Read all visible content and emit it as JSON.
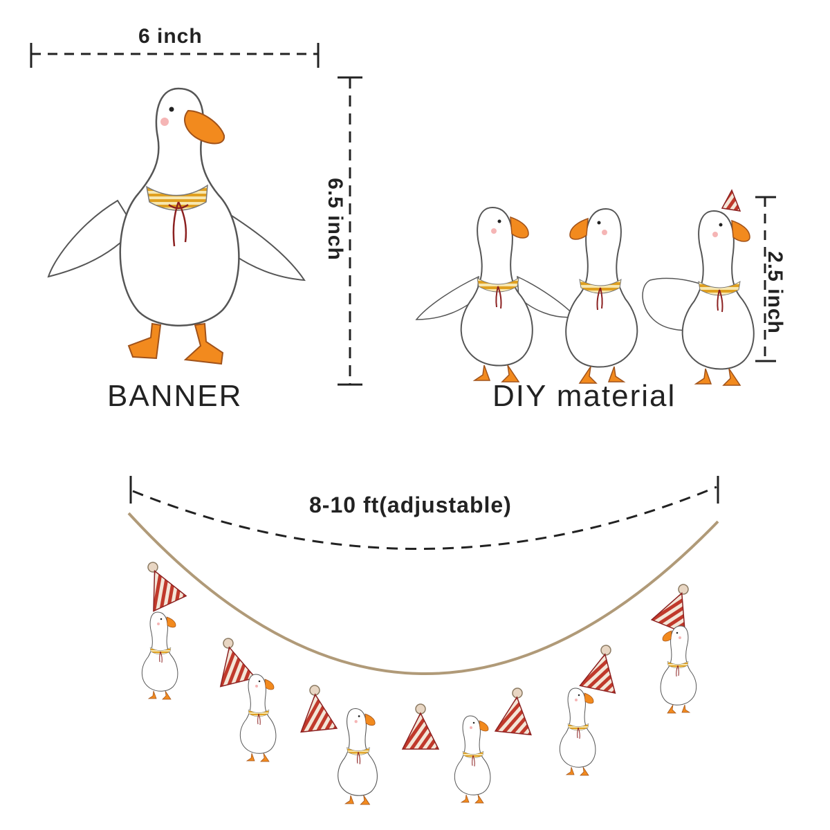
{
  "dimensions": {
    "banner_width": "6  inch",
    "banner_height": "6.5 inch",
    "diy_height": "2.5 inch",
    "garland_length": "8-10 ft(adjustable)"
  },
  "captions": {
    "banner": "BANNER",
    "diy": "DIY material"
  },
  "colors": {
    "goose_white": "#ffffff",
    "beak_orange": "#f28a1e",
    "flag_red": "#c0392b",
    "string_tan": "#b09a78",
    "dash_line": "#222222"
  }
}
